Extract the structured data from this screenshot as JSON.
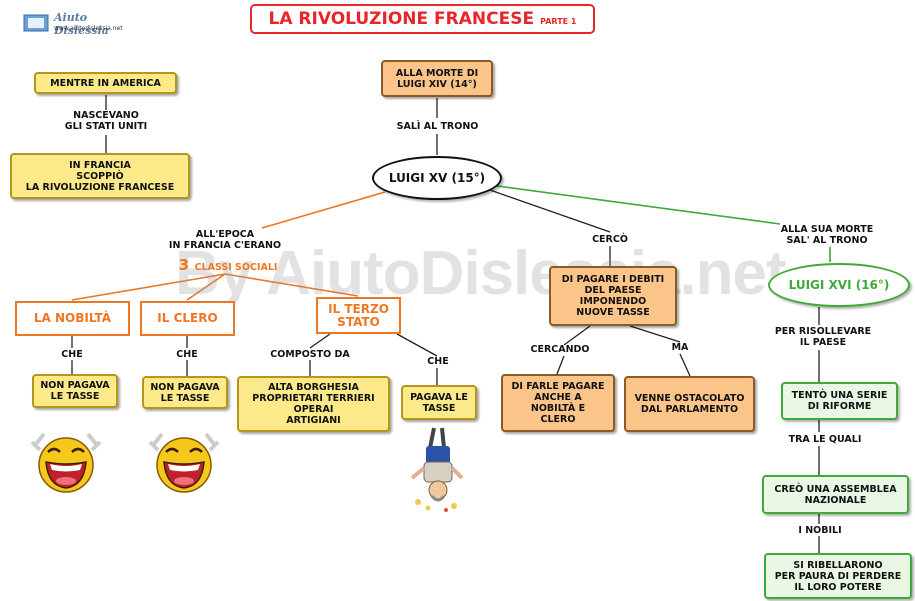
{
  "logo": {
    "name": "Aiuto Dislessia",
    "url": "www.aiutodislessia.net"
  },
  "title": {
    "main": "LA RIVOLUZIONE FRANCESE",
    "part": "PARTE 1"
  },
  "watermark": "By AiutoDislessia.net",
  "nodes": {
    "america": "MENTRE IN AMERICA",
    "america_link": "NASCEVANO\nGLI STATI UNITI",
    "francia": "IN FRANCIA\nSCOPPIÒ\nLA RIVOLUZIONE FRANCESE",
    "morte14": "ALLA MORTE DI\nLUIGI XIV (14°)",
    "sali": "SALÌ AL TRONO",
    "luigi15": "LUIGI XV (15°)",
    "epoca": "ALL'EPOCA\nIN FRANCIA C'ERANO",
    "classi_num": "3",
    "classi_txt": "CLASSI SOCIALI",
    "nobilta": "LA NOBILTÀ",
    "clero": "IL CLERO",
    "terzo": "IL TERZO\nSTATO",
    "che1": "CHE",
    "che2": "CHE",
    "composto": "COMPOSTO DA",
    "che3": "CHE",
    "non_pagava1": "NON PAGAVA\nLE TASSE",
    "non_pagava2": "NON PAGAVA\nLE TASSE",
    "borghesia": "ALTA BORGHESIA\nPROPRIETARI TERRIERI\nOPERAI\nARTIGIANI",
    "pagava": "PAGAVA LE\nTASSE",
    "cerco": "CERCÒ",
    "debiti": "DI PAGARE I DEBITI\nDEL PAESE\nIMPONENDO\nNUOVE TASSE",
    "cercando": "CERCANDO",
    "ma": "MA",
    "farle": "DI FARLE PAGARE\nANCHE A\nNOBILTÀ E\nCLERO",
    "ostacolato": "VENNE OSTACOLATO\nDAL PARLAMENTO",
    "morte15": "ALLA SUA MORTE\nSAL' AL TRONO",
    "luigi16": "LUIGI XVI (16°)",
    "risollevare": "PER RISOLLEVARE\nIL PAESE",
    "riforme": "TENTÒ UNA SERIE\nDI RIFORME",
    "tra": "TRA LE QUALI",
    "assemblea": "CREÒ UNA ASSEMBLEA\nNAZIONALE",
    "nobili": "I NOBILI",
    "ribellarono": "SI RIBELLARONO\nPER PAURA DI PERDERE\nIL LORO POTERE"
  },
  "colors": {
    "title_red": "#e8262a",
    "orange": "#ef7623",
    "green": "#3faa3a",
    "yellow": "#fce98a",
    "peach": "#fbc58a"
  }
}
